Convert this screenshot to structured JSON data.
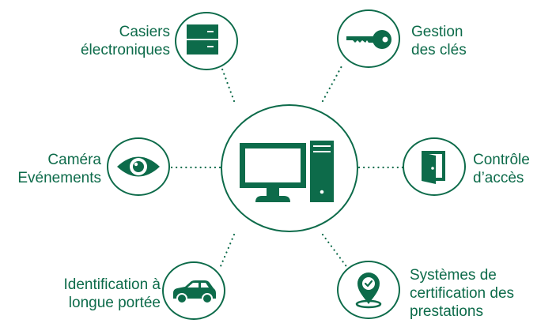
{
  "colors": {
    "accent": "#0d6b4a",
    "background": "#ffffff"
  },
  "hub": {
    "icon": "desktop-computer-icon"
  },
  "nodes": [
    {
      "id": "lockers",
      "icon": "locker-icon",
      "lines": [
        "Casiers",
        "électroniques"
      ]
    },
    {
      "id": "keys",
      "icon": "key-icon",
      "lines": [
        "Gestion",
        "des clés"
      ]
    },
    {
      "id": "camera",
      "icon": "eye-icon",
      "lines": [
        "Caméra",
        "Evénements"
      ]
    },
    {
      "id": "access",
      "icon": "door-icon",
      "lines": [
        "Contrôle",
        "d’accès"
      ]
    },
    {
      "id": "long-range",
      "icon": "car-icon",
      "lines": [
        "Identification à",
        "longue portée"
      ]
    },
    {
      "id": "certification",
      "icon": "location-check-icon",
      "lines": [
        "Systèmes de",
        "certification des",
        "prestations"
      ]
    }
  ]
}
